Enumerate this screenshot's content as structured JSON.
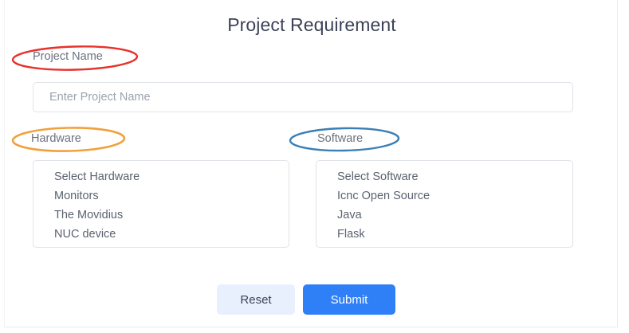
{
  "page": {
    "title": "Project Requirement"
  },
  "form": {
    "project_name": {
      "label": "Project Name",
      "placeholder": "Enter Project Name",
      "value": ""
    },
    "hardware": {
      "label": "Hardware",
      "options": [
        "Select Hardware",
        "Monitors",
        "The Movidius",
        "NUC device",
        ""
      ]
    },
    "software": {
      "label": "Software",
      "options": [
        "Select Software",
        "Icnc Open Source",
        "Java",
        "Flask",
        ""
      ]
    }
  },
  "actions": {
    "reset_label": "Reset",
    "submit_label": "Submit"
  },
  "annotations": [
    {
      "name": "project-name",
      "color": "#e8312a"
    },
    {
      "name": "hardware",
      "color": "#f0a13c"
    },
    {
      "name": "software",
      "color": "#3a7fb5"
    }
  ],
  "colors": {
    "title_text": "#3c4257",
    "label_text": "#6b7280",
    "option_text": "#5b6270",
    "border": "#dfe3e8",
    "placeholder": "#9aa3ae",
    "reset_bg": "#e8f0fe",
    "submit_bg": "#2f80f7",
    "submit_text": "#ffffff",
    "annotation_red": "#e8312a",
    "annotation_orange": "#f0a13c",
    "annotation_blue": "#3a7fb5"
  }
}
